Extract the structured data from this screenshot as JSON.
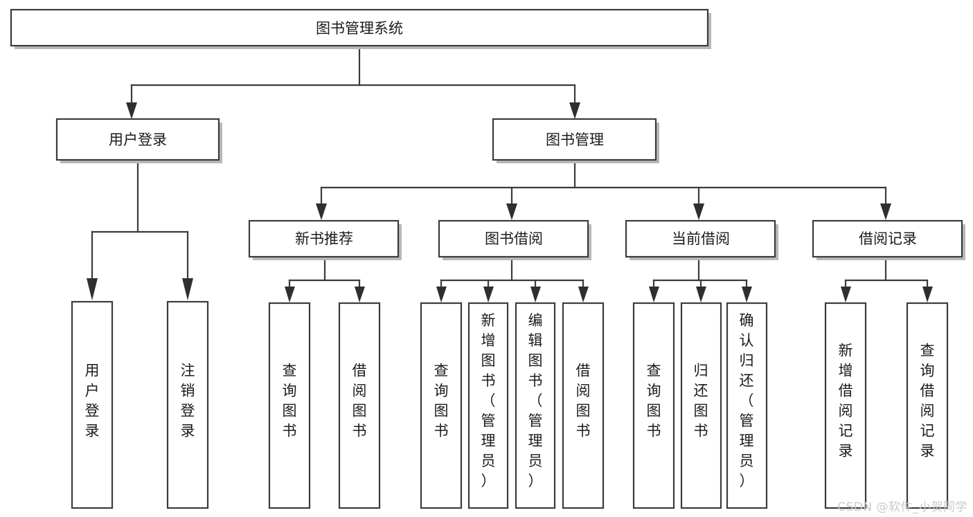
{
  "diagram": {
    "title": "图书管理系统",
    "type": "hierarchy-tree",
    "watermark": "CSDN @软件_小贺同学",
    "colors": {
      "box_fill": "#ffffff",
      "box_stroke": "#3b3b3b",
      "text": "#1b1b1b",
      "shadow": "#b8b8b8",
      "watermark": "#c9c9c9"
    },
    "nodes": {
      "root": {
        "label": "图书管理系统",
        "level": 1,
        "orientation": "horizontal"
      },
      "l2": [
        {
          "id": "user-login",
          "label": "用户登录",
          "level": 2,
          "orientation": "horizontal"
        },
        {
          "id": "book-manage",
          "label": "图书管理",
          "level": 2,
          "orientation": "horizontal"
        }
      ],
      "l3": [
        {
          "id": "new-book-rec",
          "label": "新书推荐",
          "level": 3,
          "orientation": "horizontal"
        },
        {
          "id": "book-borrow",
          "label": "图书借阅",
          "level": 3,
          "orientation": "horizontal"
        },
        {
          "id": "current-borrow",
          "label": "当前借阅",
          "level": 3,
          "orientation": "horizontal"
        },
        {
          "id": "borrow-record",
          "label": "借阅记录",
          "level": 3,
          "orientation": "horizontal"
        }
      ],
      "leaves": [
        {
          "id": "leaf-user-login",
          "label": "用户登录",
          "parent": "user-login",
          "orientation": "vertical"
        },
        {
          "id": "leaf-user-logout",
          "label": "注销登录",
          "parent": "user-login",
          "orientation": "vertical"
        },
        {
          "id": "leaf-query-book-1",
          "label": "查询图书",
          "parent": "new-book-rec",
          "orientation": "vertical"
        },
        {
          "id": "leaf-borrow-book-1",
          "label": "借阅图书",
          "parent": "new-book-rec",
          "orientation": "vertical"
        },
        {
          "id": "leaf-query-book-2",
          "label": "查询图书",
          "parent": "book-borrow",
          "orientation": "vertical"
        },
        {
          "id": "leaf-add-book",
          "label": "新增图书（管理员）",
          "parent": "book-borrow",
          "orientation": "vertical"
        },
        {
          "id": "leaf-edit-book",
          "label": "编辑图书（管理员）",
          "parent": "book-borrow",
          "orientation": "vertical"
        },
        {
          "id": "leaf-borrow-book-2",
          "label": "借阅图书",
          "parent": "book-borrow",
          "orientation": "vertical"
        },
        {
          "id": "leaf-query-book-3",
          "label": "查询图书",
          "parent": "current-borrow",
          "orientation": "vertical"
        },
        {
          "id": "leaf-return-book",
          "label": "归还图书",
          "parent": "current-borrow",
          "orientation": "vertical"
        },
        {
          "id": "leaf-confirm-return",
          "label": "确认归还（管理员）",
          "parent": "current-borrow",
          "orientation": "vertical"
        },
        {
          "id": "leaf-add-record",
          "label": "新增借阅记录",
          "parent": "borrow-record",
          "orientation": "vertical"
        },
        {
          "id": "leaf-query-record",
          "label": "查询借阅记录",
          "parent": "borrow-record",
          "orientation": "vertical"
        }
      ]
    }
  }
}
